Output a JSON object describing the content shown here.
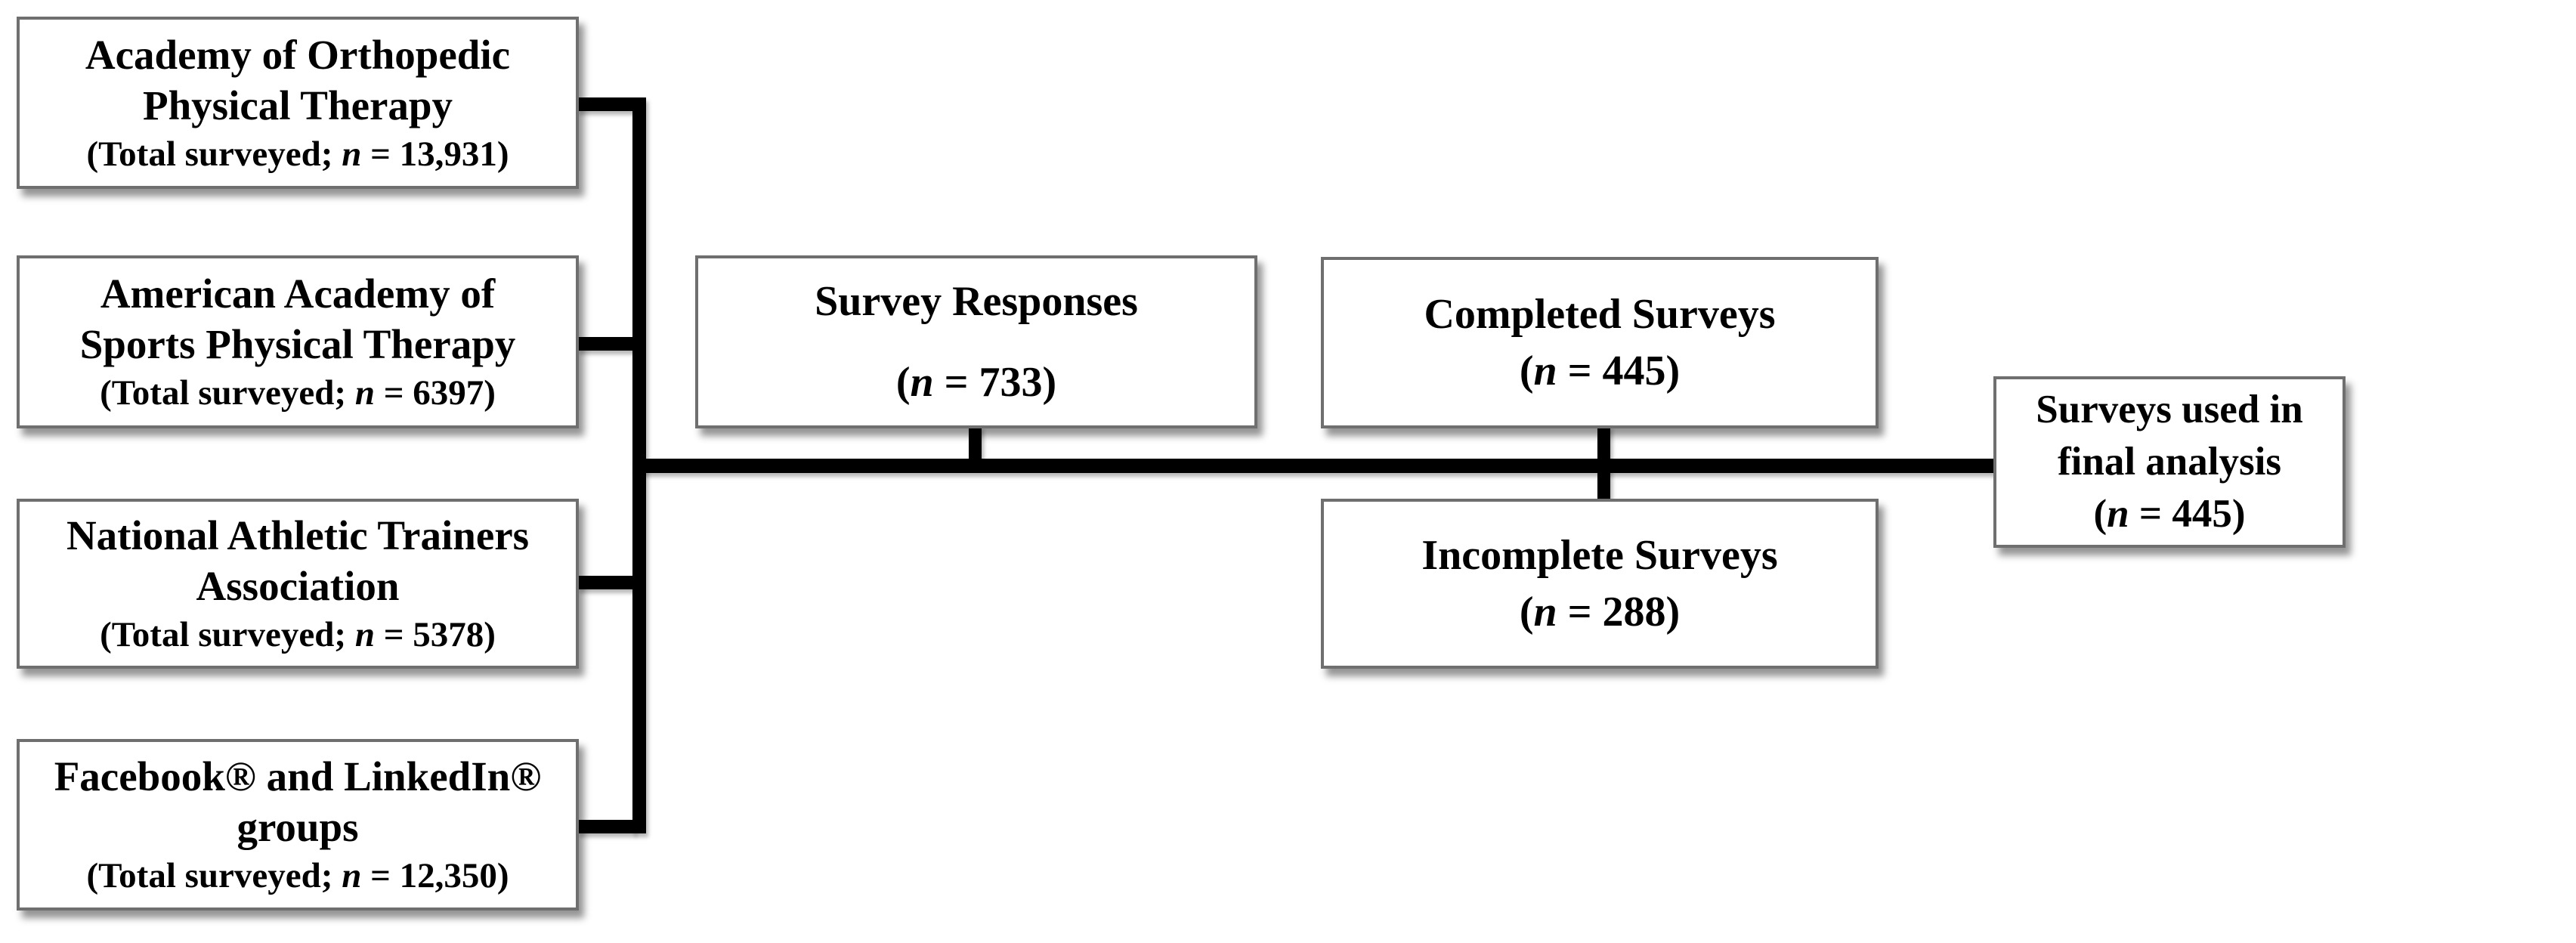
{
  "figure": {
    "background_color": "#ffffff",
    "connector_color": "#000000",
    "box_border_color": "#6f6f6f",
    "source_boxes": [
      {
        "line1": "Academy of Orthopedic",
        "line2": "Physical Therapy",
        "stat_pre": "(Total surveyed; ",
        "stat_n": "n",
        "stat_post": " = 13,931)"
      },
      {
        "line1": "American Academy of",
        "line2": "Sports Physical Therapy",
        "stat_pre": "(Total surveyed; ",
        "stat_n": "n",
        "stat_post": " = 6397)"
      },
      {
        "line1": "National Athletic Trainers",
        "line2": "Association",
        "stat_pre": "(Total surveyed; ",
        "stat_n": "n",
        "stat_post": " = 5378)"
      },
      {
        "line1": "Facebook® and LinkedIn®",
        "line2": "groups",
        "stat_pre": "(Total surveyed; ",
        "stat_n": "n",
        "stat_post": " = 12,350)"
      }
    ],
    "survey_responses": {
      "title": "Survey Responses",
      "stat_pre": "(",
      "stat_n": "n",
      "stat_post": " = 733)"
    },
    "completed_surveys": {
      "title": "Completed Surveys",
      "stat_pre": "(",
      "stat_n": "n",
      "stat_post": " = 445)"
    },
    "incomplete_surveys": {
      "title": "Incomplete Surveys",
      "stat_pre": "(",
      "stat_n": "n",
      "stat_post": " = 288)"
    },
    "final_analysis": {
      "line1": "Surveys used in",
      "line2": "final analysis",
      "stat_pre": "(",
      "stat_n": "n",
      "stat_post": " = 445)"
    }
  }
}
